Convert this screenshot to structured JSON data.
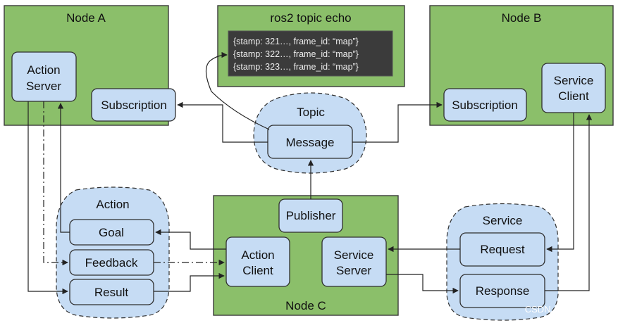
{
  "nodes": {
    "node_a": "Node A",
    "node_b": "Node B",
    "node_c": "Node C",
    "echo": "ros2 topic echo"
  },
  "echo_lines": [
    "{stamp: 321…, frame_id: “map”}",
    "{stamp: 322…, frame_id: “map”}",
    "{stamp: 323…, frame_id: “map”}"
  ],
  "node_a_items": {
    "action_server_1": "Action",
    "action_server_2": "Server",
    "subscription": "Subscription"
  },
  "node_b_items": {
    "subscription": "Subscription",
    "service_client_1": "Service",
    "service_client_2": "Client"
  },
  "topic": {
    "title": "Topic",
    "message": "Message"
  },
  "node_c_items": {
    "publisher": "Publisher",
    "action_client_1": "Action",
    "action_client_2": "Client",
    "service_server_1": "Service",
    "service_server_2": "Server"
  },
  "action": {
    "title": "Action",
    "goal": "Goal",
    "feedback": "Feedback",
    "result": "Result"
  },
  "service": {
    "title": "Service",
    "request": "Request",
    "response": "Response"
  },
  "watermark": "CSDN @zhangrelay",
  "colors": {
    "node_green": "#8bbf6a",
    "box_blue": "#c6dcf4",
    "console_dark": "#3b3b3b"
  }
}
